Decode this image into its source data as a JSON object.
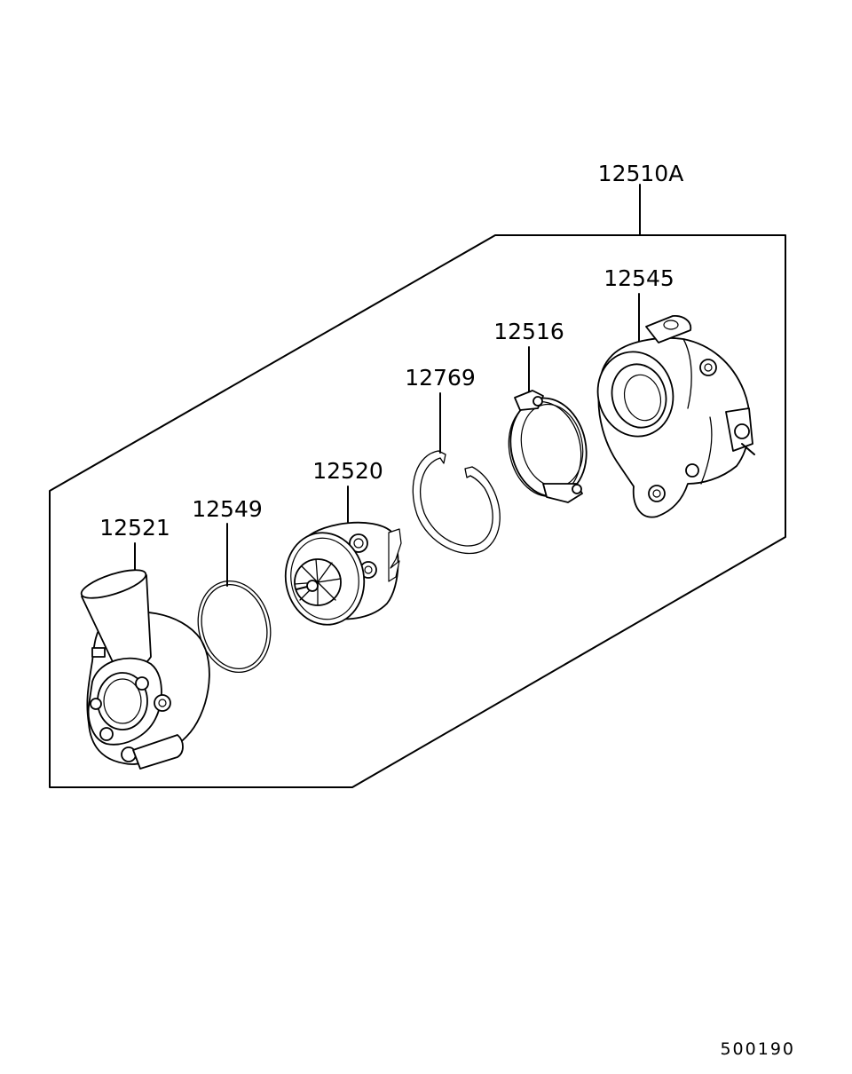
{
  "assembly": {
    "part_number": "12510A"
  },
  "parts": [
    {
      "part_number": "12521"
    },
    {
      "part_number": "12549"
    },
    {
      "part_number": "12520"
    },
    {
      "part_number": "12769"
    },
    {
      "part_number": "12516"
    },
    {
      "part_number": "12545"
    }
  ],
  "footer": {
    "reference_code": "500190"
  }
}
